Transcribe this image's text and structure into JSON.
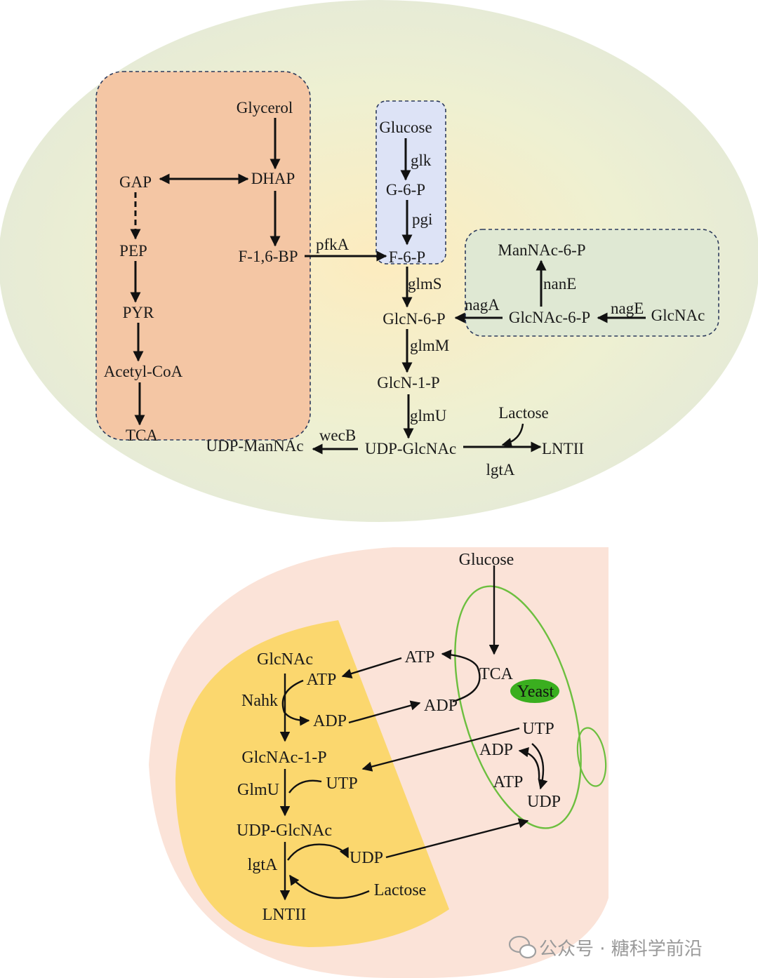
{
  "top_panel": {
    "metabolites": {
      "glycerol": "Glycerol",
      "gap": "GAP",
      "dhap": "DHAP",
      "pep": "PEP",
      "f16bp": "F-1,6-BP",
      "pyr": "PYR",
      "acetyl_coa": "Acetyl-CoA",
      "tca": "TCA",
      "glucose": "Glucose",
      "g6p": "G-6-P",
      "f6p": "F-6-P",
      "mannac6p": "ManNAc-6-P",
      "glcnac6p": "GlcNAc-6-P",
      "glcnac": "GlcNAc",
      "glcn6p": "GlcN-6-P",
      "glcn1p": "GlcN-1-P",
      "udp_glcnac": "UDP-GlcNAc",
      "udp_mannac": "UDP-ManNAc",
      "lntii": "LNTII",
      "lactose": "Lactose"
    },
    "enzymes": {
      "glk": "glk",
      "pgi": "pgi",
      "pfka": "pfkA",
      "glms": "glmS",
      "glmm": "glmM",
      "glmu": "glmU",
      "naga": "nagA",
      "nane": "nanE",
      "nage": "nagE",
      "wecb": "wecB",
      "lgta": "lgtA"
    }
  },
  "bottom_panel": {
    "labels": {
      "glucose": "Glucose",
      "tca": "TCA",
      "yeast": "Yeast",
      "atp_top": "ATP",
      "adp_right": "ADP",
      "utp": "UTP",
      "adp_cycle": "ADP",
      "atp_cycle": "ATP",
      "udp_yeast": "UDP",
      "glcnac": "GlcNAc",
      "atp_left": "ATP",
      "nahk": "Nahk",
      "adp_left": "ADP",
      "glcnac1p": "GlcNAc-1-P",
      "glmu": "GlmU",
      "utp_left": "UTP",
      "udp_glcnac": "UDP-GlcNAc",
      "lgta": "lgtA",
      "udp_left": "UDP",
      "lactose": "Lactose",
      "lntii": "LNTII"
    }
  },
  "watermark": "公众号 · 糖科学前沿",
  "colors": {
    "cell_outer": "#e4ead7",
    "cell_center": "#fcebc2",
    "glycolysis_box": "#f4c6a4",
    "glucose_box": "#dde3f6",
    "glcnac_box": "#dfe8d3",
    "bottom_bg": "#fbe3d8",
    "ecoli_region": "#fbd76e",
    "yeast_outline": "#6cbf3f",
    "yeast_badge": "#3aae1f"
  }
}
